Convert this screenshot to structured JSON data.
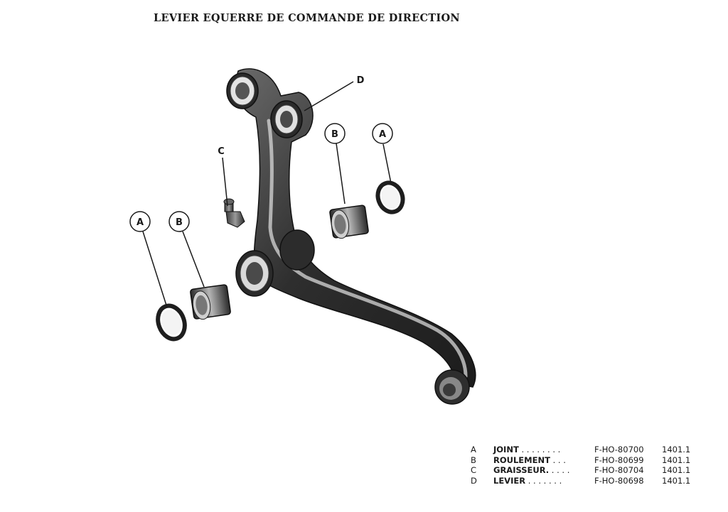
{
  "title": "LEVIER EQUERRE DE COMMANDE DE DIRECTION",
  "callouts": {
    "a_left": "A",
    "b_left": "B",
    "c": "C",
    "d": "D",
    "b_right": "B",
    "a_right": "A"
  },
  "parts": [
    {
      "letter": "A",
      "name": "JOINT",
      "dots": " . . . . . . . .",
      "reference": "F-HO-80700",
      "code": "1401.1"
    },
    {
      "letter": "B",
      "name": "ROULEMENT",
      "dots": " . . .",
      "reference": "F-HO-80699",
      "code": "1401.1"
    },
    {
      "letter": "C",
      "name": "GRAISSEUR.",
      "dots": " . . . .",
      "reference": "F-HO-80704",
      "code": "1401.1"
    },
    {
      "letter": "D",
      "name": "LEVIER",
      "dots": " . . . . . . .",
      "reference": "F-HO-80698",
      "code": "1401.1"
    }
  ]
}
